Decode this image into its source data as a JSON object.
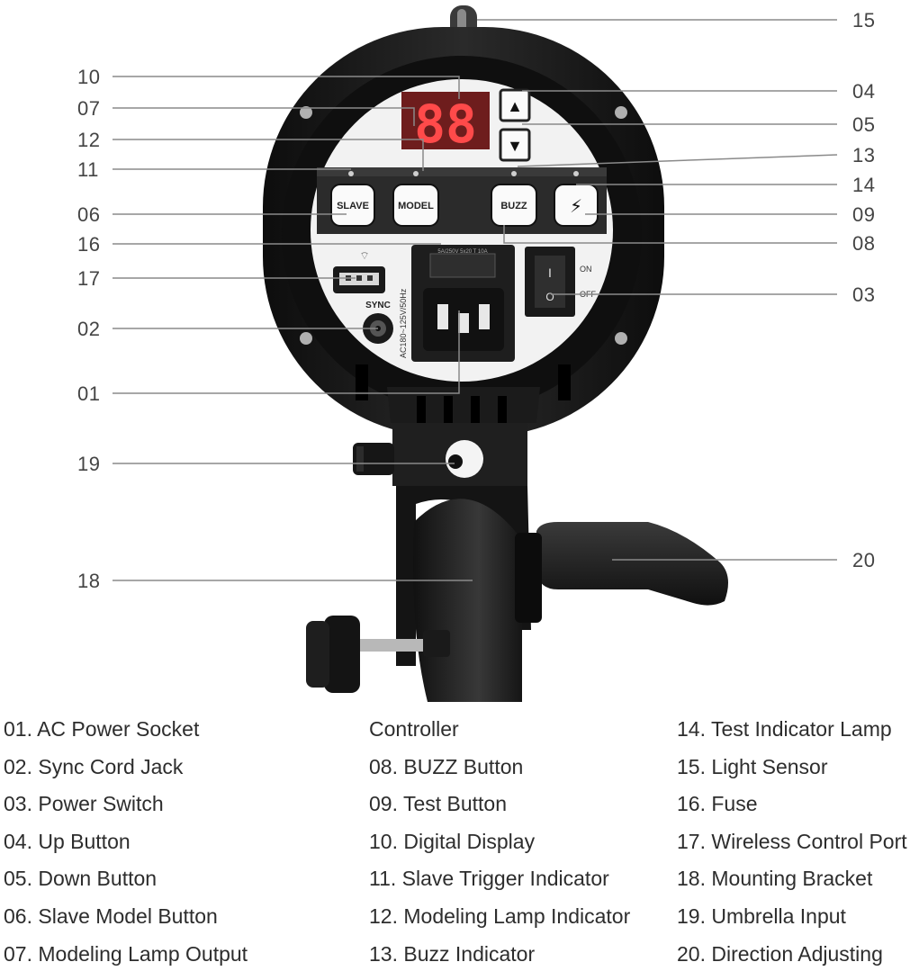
{
  "device": {
    "display_digits": "88",
    "buttons": {
      "slave": "SLAVE",
      "model": "MODEL",
      "buzz": "BUZZ",
      "up": "▲",
      "down": "▼",
      "test": "⚡"
    },
    "switch_labels": {
      "on": "ON",
      "off": "OFF",
      "on_symbol": "I",
      "off_symbol": "O"
    },
    "sync_label": "SYNC",
    "voltage_label": "AC180~125V/50Hz",
    "fuse_label": "5A/250V 5x20 T 10A",
    "wireless_symbol": "wifi"
  },
  "callouts": {
    "c15": "15",
    "c10": "10",
    "c04": "04",
    "c07": "07",
    "c05": "05",
    "c12": "12",
    "c13": "13",
    "c11": "11",
    "c14": "14",
    "c06": "06",
    "c09": "09",
    "c16": "16",
    "c08": "08",
    "c17": "17",
    "c03": "03",
    "c02": "02",
    "c01": "01",
    "c19": "19",
    "c20": "20",
    "c18": "18"
  },
  "legend": {
    "col1": [
      "01. AC Power Socket",
      "02. Sync Cord Jack",
      "03. Power Switch",
      "04. Up Button",
      "05. Down Button",
      "06. Slave Model Button",
      "07. Modeling Lamp Output"
    ],
    "col2": [
      "Controller",
      "08. BUZZ Button",
      "09. Test Button",
      "10. Digital Display",
      "11. Slave Trigger Indicator",
      "12. Modeling Lamp Indicator",
      "13. Buzz Indicator"
    ],
    "col3": [
      "14. Test Indicator Lamp",
      "15. Light Sensor",
      "16. Fuse",
      "17. Wireless Control Port",
      "18. Mounting Bracket",
      "19. Umbrella Input",
      "20. Direction Adjusting"
    ]
  },
  "colors": {
    "body": "#1c1c1c",
    "panel": "#f2f2f2",
    "display_red": "#ff4a4a",
    "leader": "#8a8a8a"
  }
}
